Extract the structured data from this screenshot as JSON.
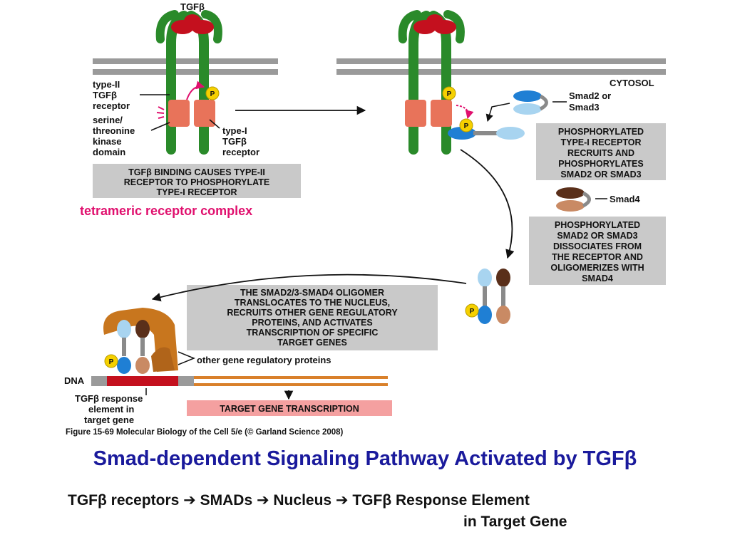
{
  "labels": {
    "tgfb": "TGFβ",
    "cytosol": "CYTOSOL",
    "type2_receptor": [
      "type-II",
      "TGFβ",
      "receptor"
    ],
    "kinase_domain": [
      "serine/",
      "threonine",
      "kinase",
      "domain"
    ],
    "type1_receptor": [
      "type-I",
      "TGFβ",
      "receptor"
    ],
    "smad23": [
      "Smad2 or",
      "Smad3"
    ],
    "smad4": "Smad4",
    "phospho": "P",
    "tetrameric": "tetrameric receptor complex",
    "other_proteins": "other gene regulatory proteins",
    "dna": "DNA",
    "response_element": [
      "TGFβ response",
      "element in",
      "target gene"
    ],
    "target_transcription": "TARGET GENE TRANSCRIPTION",
    "figure_caption": "Figure 15-69  Molecular Biology of the Cell 5/e (© Garland Science 2008)"
  },
  "boxes": {
    "binding": [
      "TGFβ BINDING CAUSES TYPE-II",
      "RECEPTOR TO PHOSPHORYLATE",
      "TYPE-I RECEPTOR"
    ],
    "recruits": [
      "PHOSPHORYLATED",
      "TYPE-I RECEPTOR",
      "RECRUITS AND",
      "PHOSPHORYLATES",
      "SMAD2 OR SMAD3"
    ],
    "dissociates": [
      "PHOSPHORYLATED",
      "SMAD2 OR SMAD3",
      "DISSOCIATES FROM",
      "THE RECEPTOR AND",
      "OLIGOMERIZES WITH",
      "SMAD4"
    ],
    "translocates": [
      "THE SMAD2/3-SMAD4 OLIGOMER",
      "TRANSLOCATES TO THE NUCLEUS,",
      "RECRUITS OTHER GENE REGULATORY",
      "PROTEINS, AND ACTIVATES",
      "TRANSCRIPTION OF SPECIFIC",
      "TARGET GENES"
    ]
  },
  "slide": {
    "title": "Smad-dependent Signaling Pathway Activated by TGFβ",
    "subtitle_line1": "TGFβ receptors ➔ SMADs ➔ Nucleus ➔ TGFβ Response Element",
    "subtitle_line2": "in Target Gene"
  },
  "colors": {
    "receptor_green": "#2a8a2a",
    "tgfb_red": "#c4101e",
    "kinase_orange": "#e8735a",
    "membrane_gray": "#9a9a9a",
    "smad_blue": "#1f7fd4",
    "smad_lightblue": "#a8d4f0",
    "smad4_brown": "#5a2f1a",
    "smad4_tan": "#c98a64",
    "phospho_yellow": "#f5d000",
    "box_gray": "#c9c9c9",
    "title_blue": "#1a1a9c",
    "highlight_pink": "#e0106e",
    "dna_orange": "#d9802a",
    "target_box_pink": "#f4a0a0"
  }
}
